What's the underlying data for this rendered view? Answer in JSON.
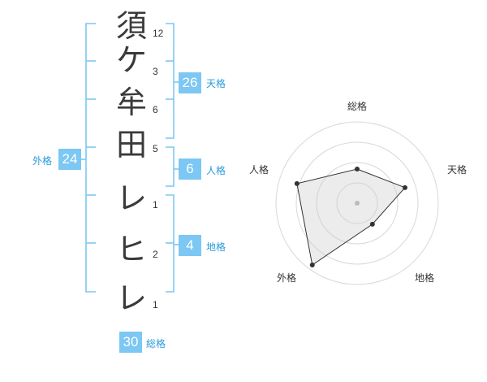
{
  "name": {
    "chars": [
      "須",
      "ケ",
      "牟",
      "田",
      "レ",
      "ヒ",
      "レ"
    ],
    "strokes": [
      "12",
      "3",
      "6",
      "5",
      "1",
      "2",
      "1"
    ]
  },
  "kakusu": {
    "tenkaku": {
      "value": "26",
      "label": "天格"
    },
    "jinkaku": {
      "value": "6",
      "label": "人格"
    },
    "chikaku": {
      "value": "4",
      "label": "地格"
    },
    "gaikaku": {
      "value": "24",
      "label": "外格"
    },
    "soukaku": {
      "value": "30",
      "label": "総格"
    }
  },
  "colors": {
    "accent": "#7cc7f3",
    "label": "#2a9ad8",
    "bracket": "#7cc7f3"
  },
  "chart_data": {
    "type": "radar",
    "axes": [
      "総格",
      "天格",
      "地格",
      "外格",
      "人格"
    ],
    "values": [
      0.42,
      0.62,
      0.32,
      0.94,
      0.78
    ],
    "rings": 4
  }
}
